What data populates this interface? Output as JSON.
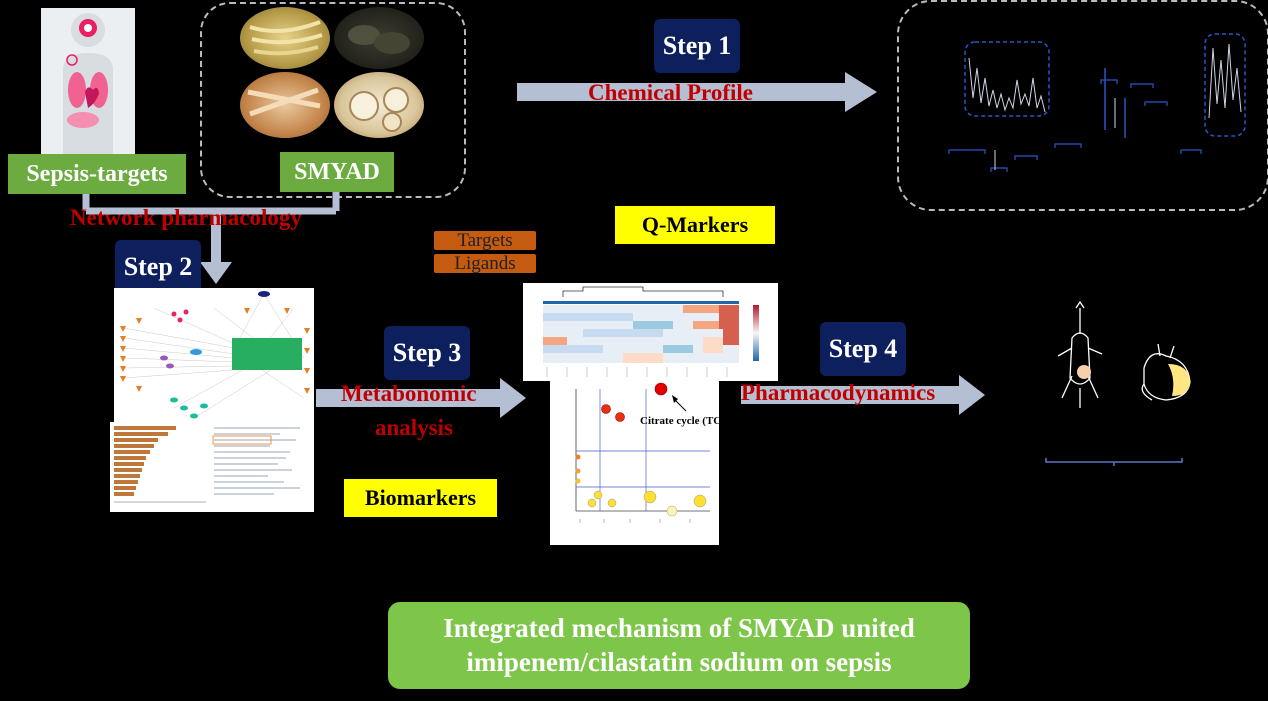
{
  "steps": {
    "step1": "Step 1",
    "step2": "Step 2",
    "step3": "Step 3",
    "step4": "Step 4"
  },
  "labels": {
    "sepsis_targets": "Sepsis-targets",
    "smyad": "SMYAD",
    "chemical_profile": "Chemical Profile",
    "network_pharmacology": "Network pharmacology",
    "targets": "Targets",
    "ligands": "Ligands",
    "q_markers": "Q-Markers",
    "metabonomic_line1": "Metabonomic",
    "metabonomic_line2": "analysis",
    "biomarkers": "Biomarkers",
    "pharmacodynamics": "Pharmacodynamics",
    "citrate_cycle": "Citrate cycle (TCA",
    "conclusion_line1": "Integrated mechanism of SMYAD united",
    "conclusion_line2": "imipenem/cilastatin sodium on sepsis"
  },
  "colors": {
    "step_bg": "#0d1f5c",
    "arrow": "#b4bfd3",
    "green": "#6bab3f",
    "red_text": "#c00000",
    "yellow": "#ffff00",
    "orange": "#c55a11"
  }
}
